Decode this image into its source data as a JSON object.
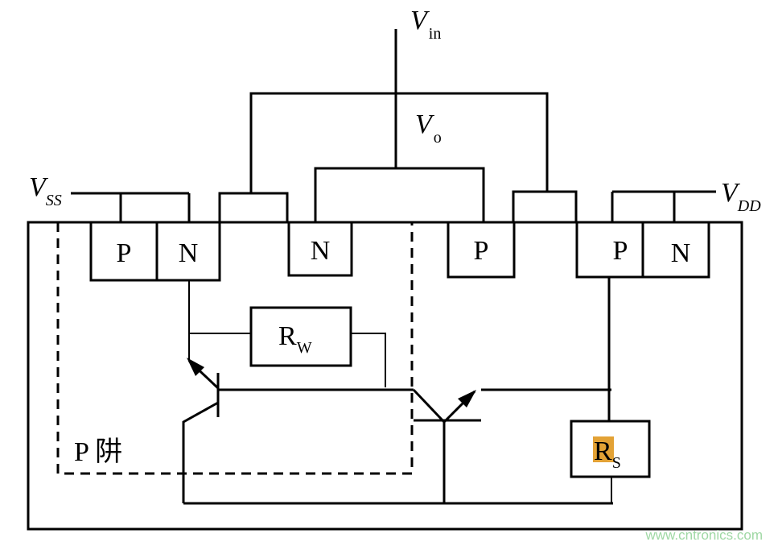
{
  "labels": {
    "vin_main": "V",
    "vin_sub": "in",
    "vo_main": "V",
    "vo_sub": "o",
    "vss_main": "V",
    "vss_sub": "SS",
    "vdd_main": "V",
    "vdd_sub": "DD",
    "p1": "P",
    "n1": "N",
    "n2": "N",
    "p2": "P",
    "p3": "P",
    "n3": "N",
    "rw_main": "R",
    "rw_sub": "W",
    "rs_main": "R",
    "rs_sub": "S",
    "pwell": "P 阱"
  },
  "colors": {
    "rs_highlight": "#e3a235"
  },
  "watermark": "www.cntronics.com"
}
